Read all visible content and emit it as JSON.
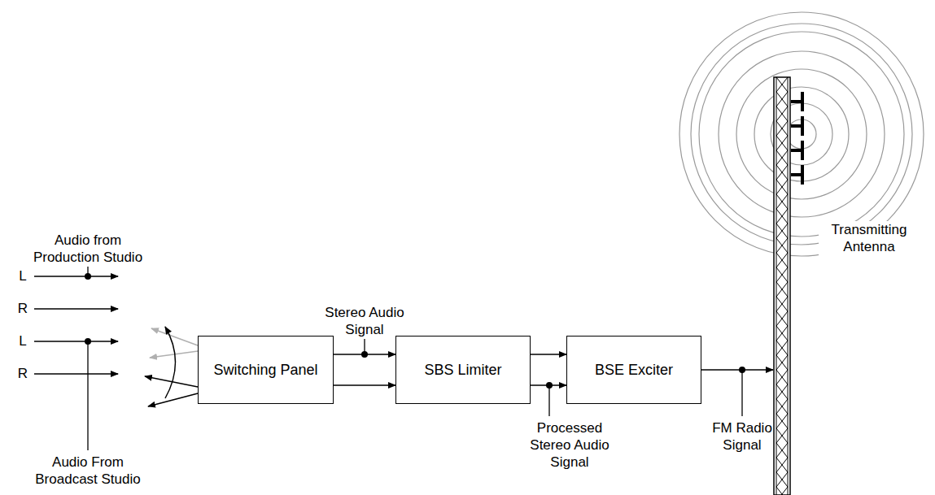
{
  "diagram": {
    "nodes": [
      {
        "text": [
          "Switching Panel"
        ]
      },
      {
        "text": [
          "SBS Limiter"
        ]
      },
      {
        "text": [
          "BSE Exciter"
        ]
      },
      {
        "text": [
          "Transmitting Antenna"
        ]
      }
    ],
    "edges": [
      {
        "from": 0,
        "to": 1,
        "arrow": "to"
      },
      {
        "from": 0,
        "to": 1,
        "arrow": "to"
      },
      {
        "from": 1,
        "to": 2,
        "arrow": "to"
      },
      {
        "from": 1,
        "to": 2,
        "arrow": "to"
      },
      {
        "from": 2,
        "to": 3,
        "arrow": "to"
      }
    ],
    "labels": [
      "Audio from Production Studio",
      "L",
      "R",
      "L",
      "R",
      "Audio From Broadcast Studio",
      "Stereo Audio Signal",
      "Processed Stereo Audio Signal",
      "FM Radio Signal"
    ]
  }
}
